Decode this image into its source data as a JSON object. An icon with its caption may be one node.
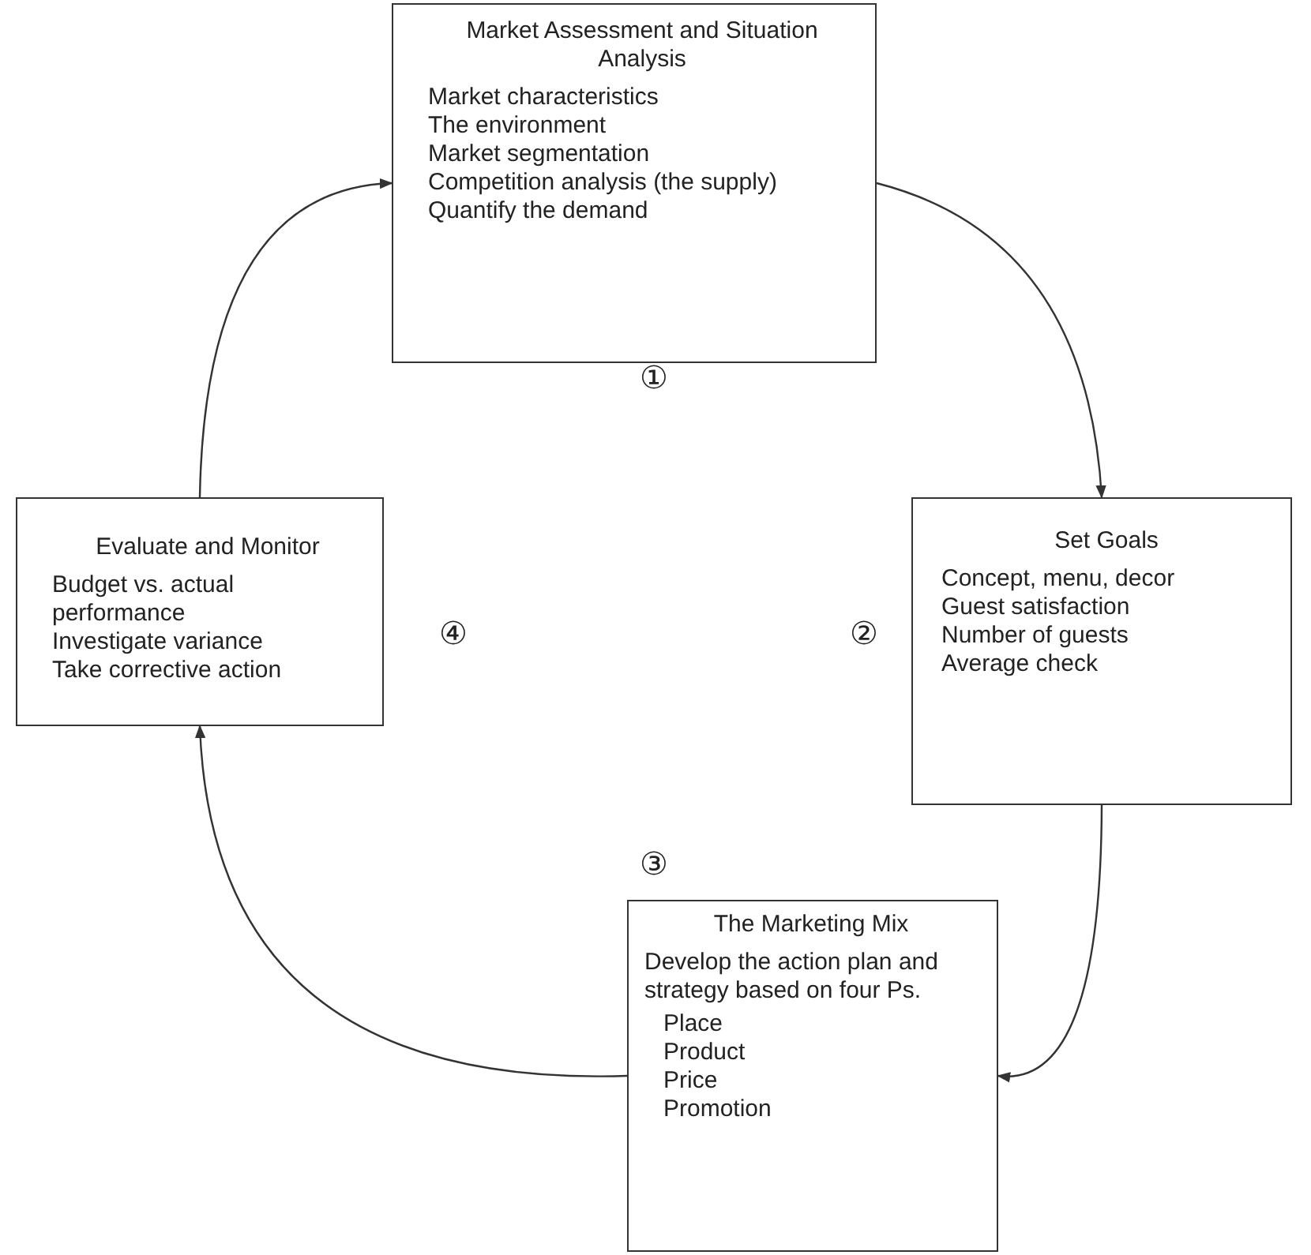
{
  "diagram": {
    "nodes": [
      {
        "text": [
          "Market Assessment and Situation Analysis",
          "Market characteristics",
          "The environment",
          "Market segmentation",
          "Competition analysis (the supply)",
          "Quantify the demand"
        ],
        "beside": [
          "①"
        ]
      },
      {
        "text": [
          "Set Goals",
          "Concept, menu, decor",
          "Guest satisfaction",
          "Number of guests",
          "Average check"
        ],
        "beside": [
          "②"
        ]
      },
      {
        "text": [
          "The Marketing Mix",
          "Develop the action plan and strategy based on four Ps.",
          "Place",
          "Product",
          "Price",
          "Promotion"
        ],
        "beside": [
          "③"
        ]
      },
      {
        "text": [
          "Evaluate and Monitor",
          "Budget vs. actual performance",
          "Investigate variance",
          "Take corrective action"
        ],
        "beside": [
          "④"
        ]
      }
    ],
    "edges": [
      {
        "from": 0,
        "to": 1,
        "arrow": "to"
      },
      {
        "from": 1,
        "to": 2,
        "arrow": "to"
      },
      {
        "from": 2,
        "to": 3,
        "arrow": "to"
      },
      {
        "from": 3,
        "to": 0,
        "arrow": "to"
      }
    ]
  }
}
